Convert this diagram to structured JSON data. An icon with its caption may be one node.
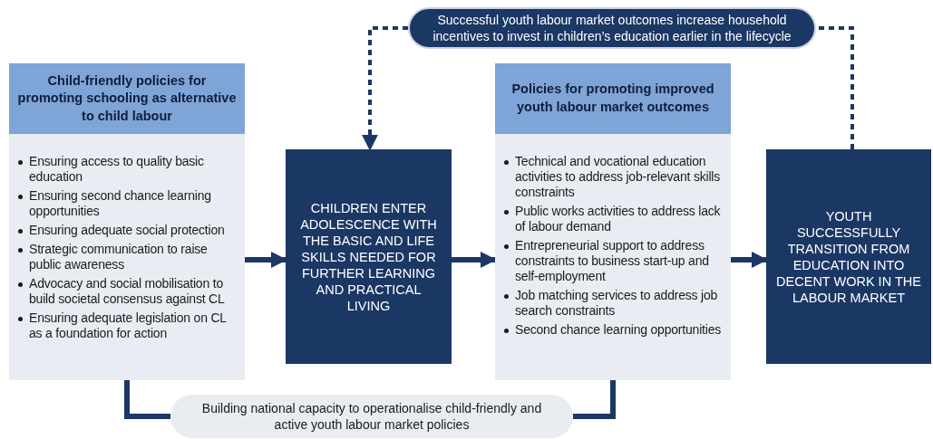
{
  "diagram": {
    "nodes": [
      {
        "text": [
          "Child-friendly policies for promoting schooling as alternative to child labour",
          "Ensuring access to quality basic education",
          "Ensuring second chance learning opportunities",
          "Ensuring adequate social protection",
          "Strategic communication to raise public awareness",
          "Advocacy and social mobilisation to build societal consensus against CL",
          "Ensuring adequate legislation on CL as a foundation for action"
        ]
      },
      {
        "text": [
          "CHILDREN ENTER ADOLESCENCE WITH THE BASIC AND LIFE SKILLS NEEDED FOR FURTHER LEARNING AND PRACTICAL LIVING"
        ]
      },
      {
        "text": [
          "Policies for promoting improved youth labour market outcomes",
          "Technical and vocational education activities to address job-relevant skills constraints",
          "Public works activities to address lack of labour demand",
          "Entrepreneurial support to address constraints to business start-up and self-employment",
          "Job matching services to address job search constraints",
          "Second chance learning opportunities"
        ]
      },
      {
        "text": [
          "YOUTH SUCCESSFULLY TRANSITION FROM EDUCATION INTO DECENT WORK IN THE LABOUR MARKET"
        ]
      },
      {
        "text": [
          "Successful youth labour market outcomes increase household incentives to invest in children’s education earlier in the lifecycle"
        ]
      },
      {
        "text": [
          "Building national capacity to operationalise child-friendly and active youth labour market policies"
        ]
      }
    ],
    "edges": [
      {
        "from": 0,
        "to": 1,
        "arrow": "to"
      },
      {
        "from": 1,
        "to": 2,
        "arrow": "to"
      },
      {
        "from": 2,
        "to": 3,
        "arrow": "to"
      },
      {
        "from": 3,
        "to": 4,
        "arrow": "none",
        "style": "dashed"
      },
      {
        "from": 4,
        "to": 1,
        "arrow": "to",
        "style": "dashed"
      },
      {
        "from": 0,
        "to": 5,
        "arrow": "none"
      },
      {
        "from": 5,
        "to": 2,
        "arrow": "none"
      }
    ]
  }
}
